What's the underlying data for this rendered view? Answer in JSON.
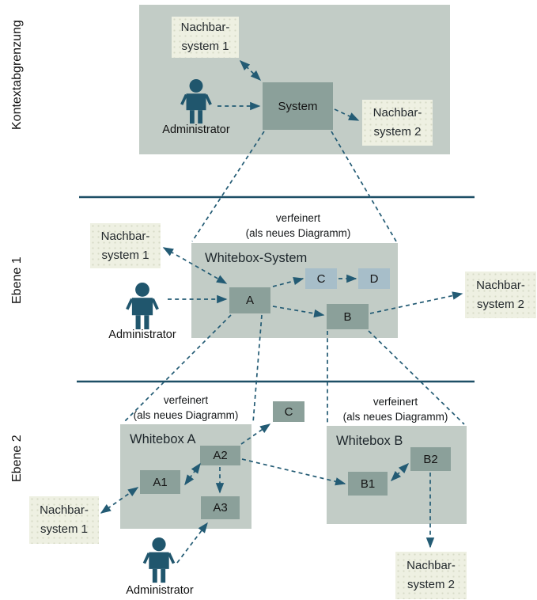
{
  "colors": {
    "container_fill": "#c2ccc6",
    "box_dark_fill": "#8ba09a",
    "box_light_blue_fill": "#a7bec9",
    "neighbor_cream_fill": "#eef0e2",
    "line_teal": "#235b74",
    "divider_teal": "#1d4f66"
  },
  "left_rail": {
    "context_label": "Kontextabgrenzung",
    "level1_label": "Ebene 1",
    "level2_label": "Ebene 2"
  },
  "shared": {
    "refinement_note": "verfeinert\n(als neues Diagramm)",
    "administrator": "Administrator"
  },
  "context_view": {
    "neighbor1": "Nachbar-\nsystem 1",
    "system": "System",
    "neighbor2": "Nachbar-\nsystem 2"
  },
  "level1_view": {
    "title": "Whitebox-System",
    "box_a": "A",
    "box_b": "B",
    "box_c": "C",
    "box_d": "D",
    "neighbor1": "Nachbar-\nsystem 1",
    "neighbor2": "Nachbar-\nsystem 2"
  },
  "level2_view": {
    "whitebox_a_title": "Whitebox A",
    "box_a1": "A1",
    "box_a2": "A2",
    "box_a3": "A3",
    "external_c": "C",
    "whitebox_b_title": "Whitebox B",
    "box_b1": "B1",
    "box_b2": "B2",
    "neighbor1": "Nachbar-\nsystem 1",
    "neighbor2": "Nachbar-\nsystem 2"
  }
}
